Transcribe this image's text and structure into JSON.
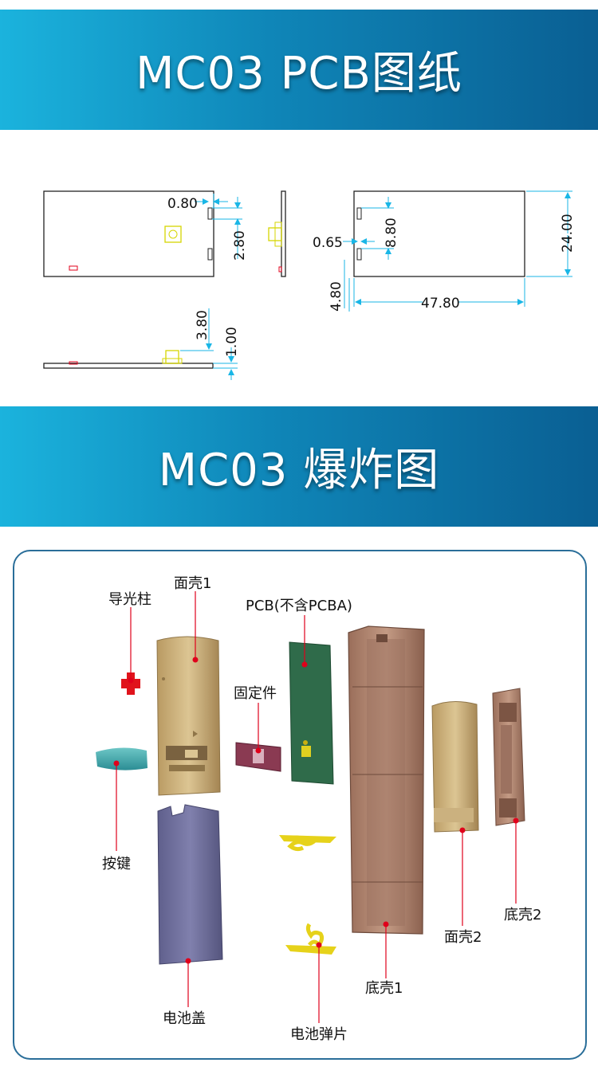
{
  "banner_top": {
    "title": "MC03 PCB图纸"
  },
  "banner_bottom": {
    "title": "MC03 爆炸图"
  },
  "pcb_drawing": {
    "dimensions": {
      "dim_080": "0.80",
      "dim_280": "2.80",
      "dim_065": "0.65",
      "dim_880": "8.80",
      "dim_2400": "24.00",
      "dim_480": "4.80",
      "dim_4780": "47.80",
      "dim_380": "3.80",
      "dim_100": "1.00"
    }
  },
  "exploded_view": {
    "labels": {
      "light_guide": "导光柱",
      "face_shell_1": "面壳1",
      "pcb": "PCB(不含PCBA)",
      "fixing_part": "固定件",
      "button": "按键",
      "battery_cover": "电池盖",
      "battery_spring": "电池弹片",
      "bottom_shell_1": "底壳1",
      "face_shell_2": "面壳2",
      "bottom_shell_2": "底壳2"
    }
  },
  "colors": {
    "banner_start": "#1bb3dd",
    "banner_end": "#0a5f93",
    "dimension_line": "#19b6e6",
    "frame_border": "#2a6e99",
    "leader_line": "#e0001b"
  }
}
